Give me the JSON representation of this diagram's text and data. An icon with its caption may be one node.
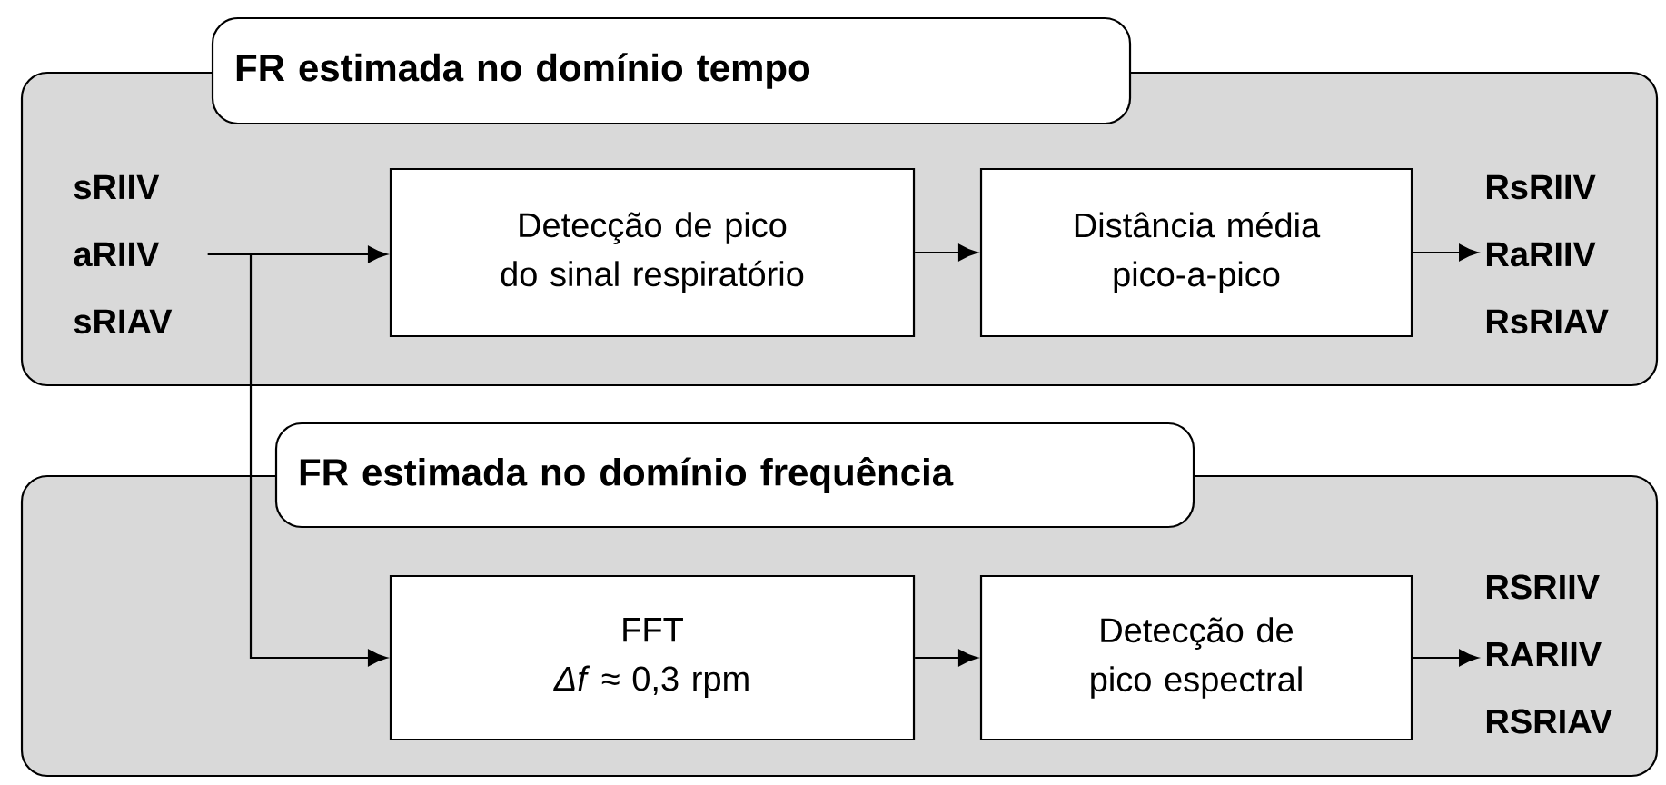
{
  "diagram": {
    "nodes": [
      {
        "text": [
          "FR estimada no domínio tempo"
        ]
      },
      {
        "text": [
          "sRIIV aRIIV sRIAV"
        ],
        "in": 0
      },
      {
        "text": [
          "Detecção de pico do sinal respiratório"
        ],
        "in": 0
      },
      {
        "text": [
          "Distância média pico-a-pico"
        ],
        "in": 0
      },
      {
        "text": [
          "RsRIIV RaRIIV RsRIAV"
        ],
        "in": 0
      },
      {
        "text": [
          "FR estimada no domínio frequência"
        ]
      },
      {
        "text": [
          "FFT",
          "*Δf* ≈ 0,3 rpm"
        ],
        "in": 5
      },
      {
        "text": [
          "Detecção de pico espectral"
        ],
        "in": 5
      },
      {
        "text": [
          "RSRIIV RARIIV RSRIAV"
        ],
        "in": 5
      }
    ],
    "edges": [
      {
        "from": 1,
        "to": 2,
        "arrow": "to"
      },
      {
        "from": 2,
        "to": 3,
        "arrow": "to"
      },
      {
        "from": 3,
        "to": 4,
        "arrow": "to"
      },
      {
        "from": 1,
        "to": 6,
        "arrow": "to"
      },
      {
        "from": 6,
        "to": 7,
        "arrow": "to"
      },
      {
        "from": 7,
        "to": 8,
        "arrow": "to"
      }
    ]
  }
}
